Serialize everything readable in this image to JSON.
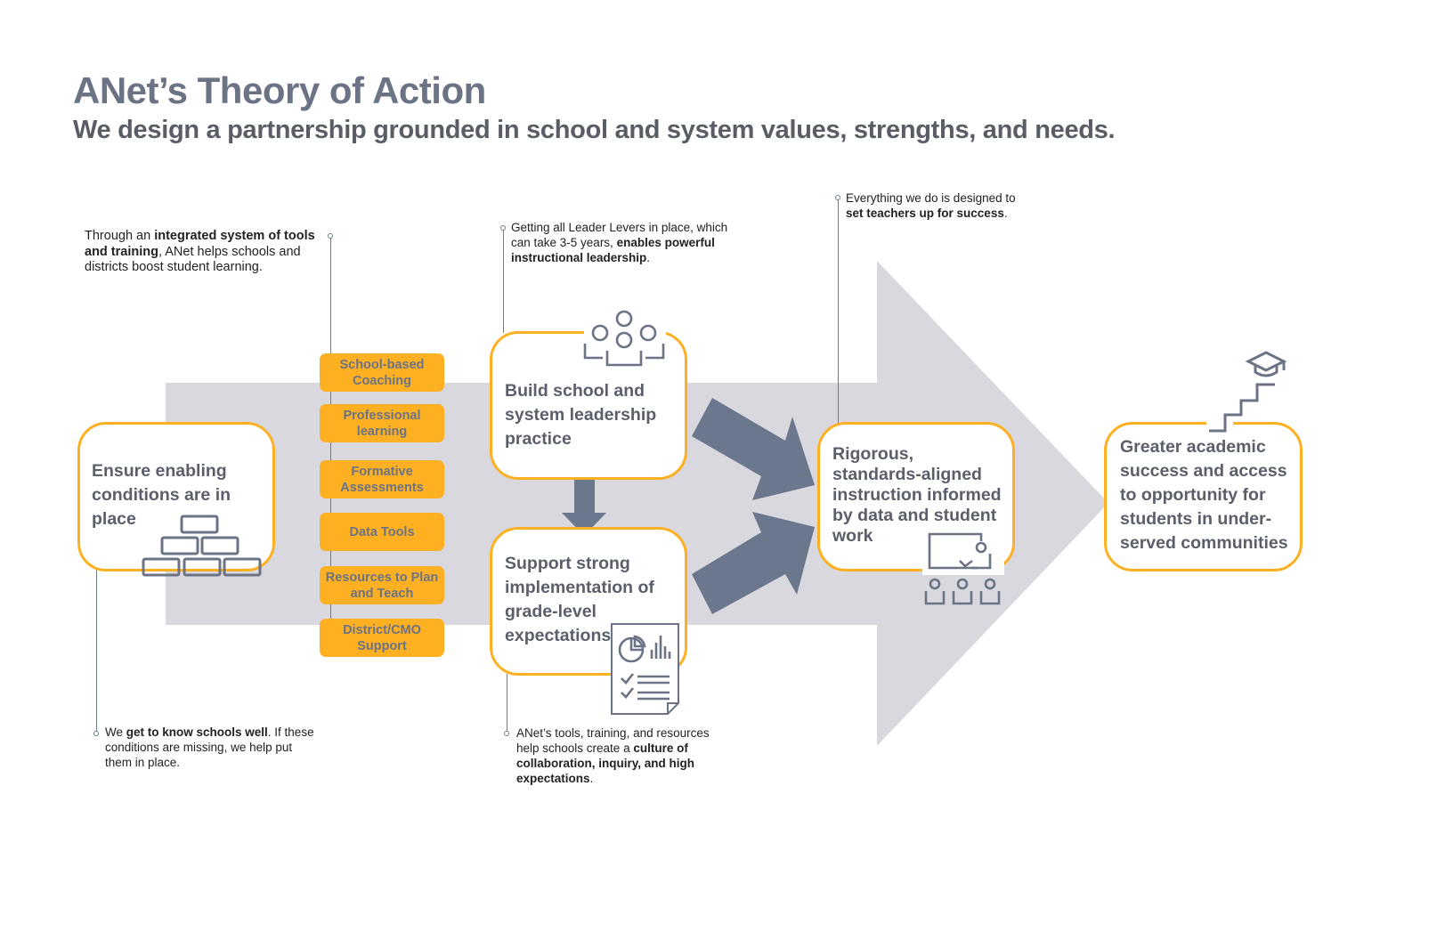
{
  "header": {
    "title": "ANet’s Theory of Action",
    "subtitle": "We design a partnership grounded in school and system values, strengths, and needs."
  },
  "notes": {
    "tools": {
      "pre": "Through an ",
      "bold": "integrated system of tools and training",
      "post": ", ANet helps schools and districts boost student learning."
    },
    "leaders": {
      "pre": "Getting all Leader Levers in place, which can take 3-5 years, ",
      "bold": "enables powerful instructional leadership",
      "post": "."
    },
    "teachers": {
      "pre": "Everything we do is designed to ",
      "bold": "set teachers up for success",
      "post": "."
    },
    "schools": {
      "pre": "We ",
      "bold": "get to know schools well",
      "post": ". If these conditions are missing, we help put them in place."
    },
    "culture": {
      "pre": "ANet’s tools, training, and resources help schools create a ",
      "bold": "culture of collaboration, inquiry, and high expectations",
      "post": "."
    }
  },
  "boxes": {
    "conditions": "Ensure enabling conditions are in place",
    "leadership": "Build school and system leadership practice",
    "implementation": "Support strong implementation of grade-level expectations",
    "instruction": "Rigorous, standards-aligned instruction informed by data and student work",
    "outcome": "Greater academic success and access to opportunity for students in under-served communities"
  },
  "tools": [
    "School-based Coaching",
    "Professional learning",
    "Formative Assessments",
    "Data Tools",
    "Resources to Plan and Teach",
    "District/CMO Support"
  ],
  "colors": {
    "accent": "#fdb022",
    "arrow": "#d8d8de",
    "dark_arrow": "#6b778d",
    "title": "#6b7385"
  }
}
